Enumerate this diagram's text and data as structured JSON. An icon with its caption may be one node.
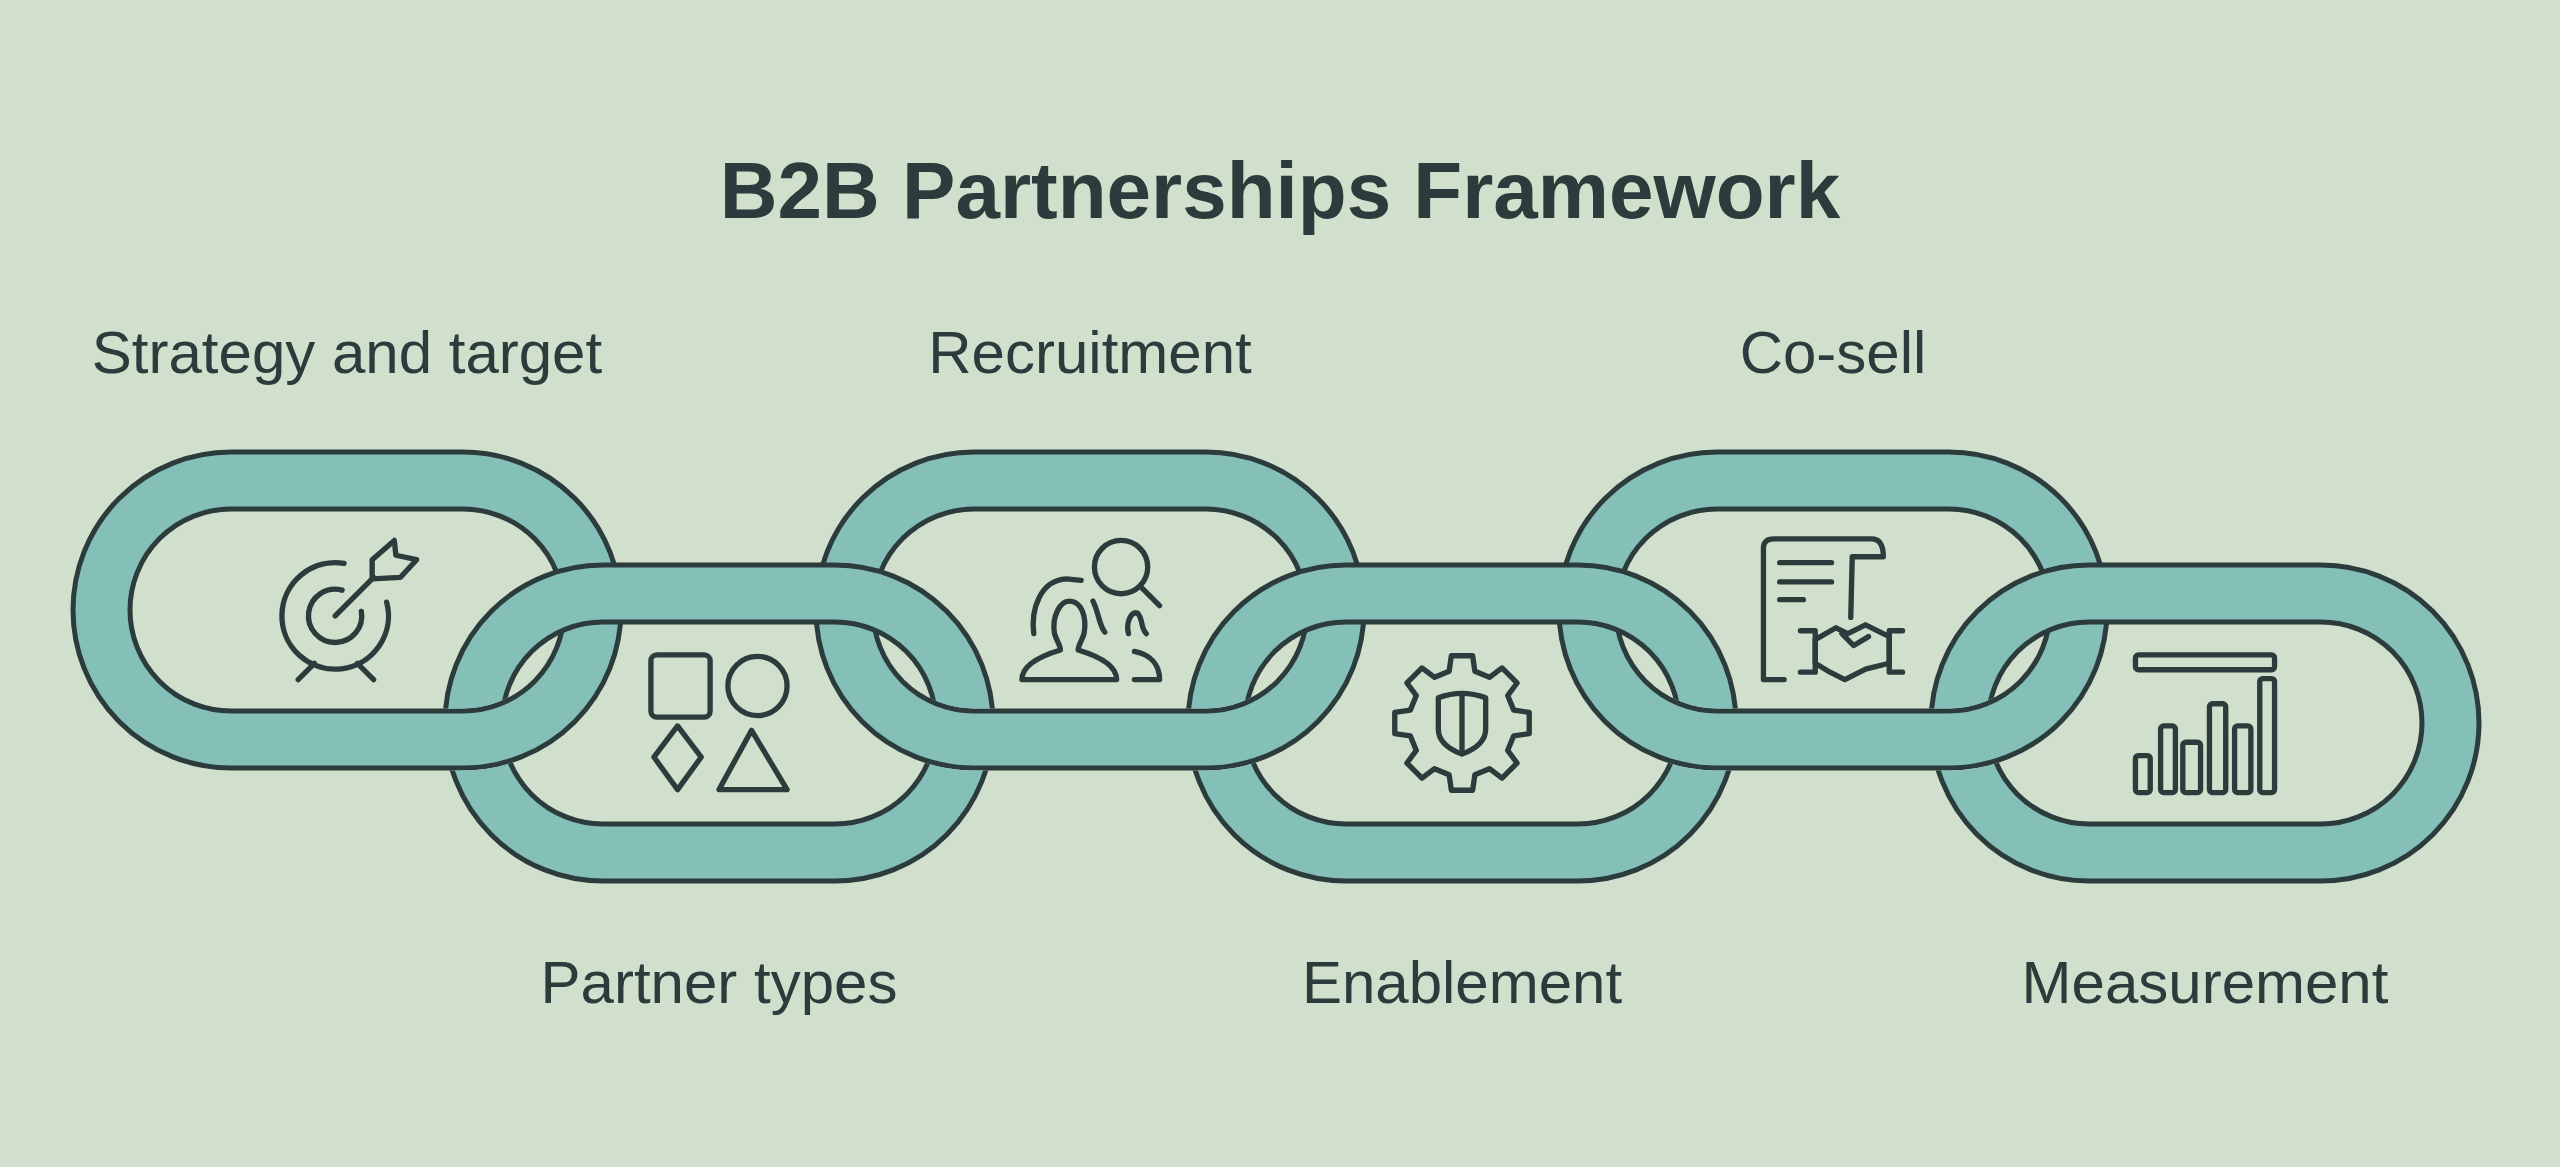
{
  "diagram": {
    "title": "B2B Partnerships Framework",
    "nodes": [
      {
        "text": [
          "Strategy and target"
        ]
      },
      {
        "text": [
          "Partner types"
        ]
      },
      {
        "text": [
          "Recruitment"
        ]
      },
      {
        "text": [
          "Enablement"
        ]
      },
      {
        "text": [
          "Co-sell"
        ]
      },
      {
        "text": [
          "Measurement"
        ]
      }
    ]
  }
}
